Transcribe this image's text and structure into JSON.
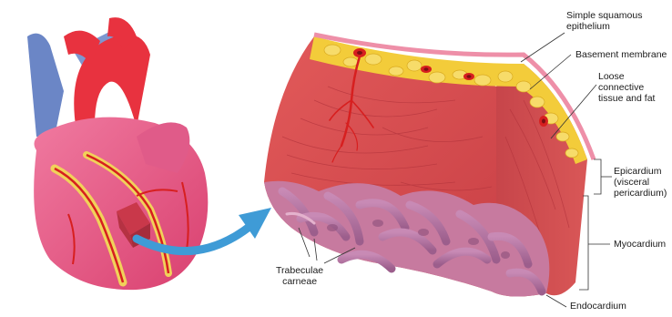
{
  "labels": {
    "simple_squamous": "Simple squamous\nepithelium",
    "basement_membrane": "Basement membrane",
    "loose_connective": "Loose connective\ntissue and fat",
    "epicardium": "Epicardium\n(visceral\npericardium)",
    "myocardium": "Myocardium",
    "endocardium": "Endocardium",
    "trabeculae": "Trabeculae\ncarneae"
  },
  "colors": {
    "muscle": "#d9504f",
    "fat": "#f3cc3a",
    "vessel": "#d71f1f",
    "aorta": "#e8323f",
    "vein": "#6b86c6",
    "trabeculae": "#b97aa6",
    "arrow": "#3f9bd6"
  },
  "icons": {
    "arrow": "zoom-arrow-icon",
    "heart": "heart-illustration"
  }
}
